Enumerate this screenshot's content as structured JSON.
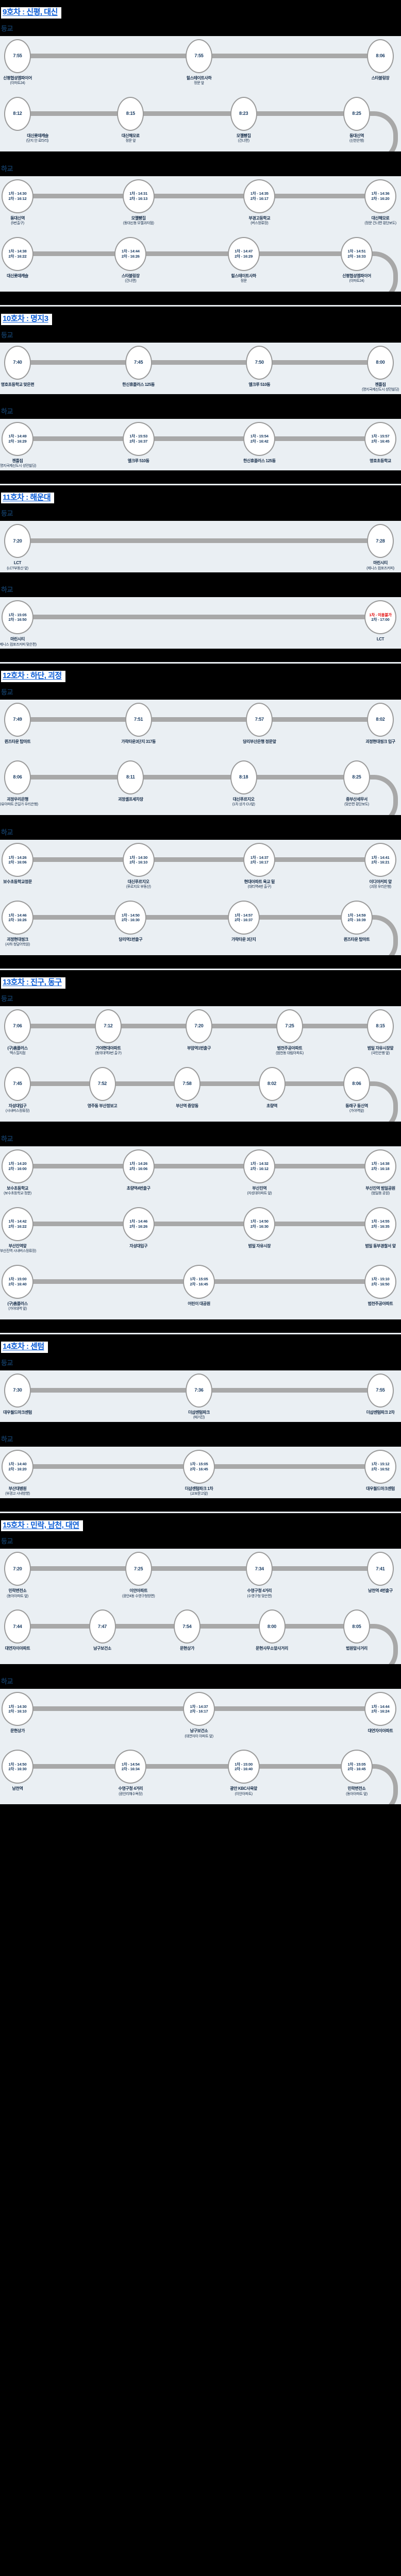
{
  "meta": {
    "doc_type": "school-shuttle-bus-timetable",
    "accent_color": "#0b5cd5",
    "panel_bg": "#eaeff3",
    "track_color": "#a8a8a8",
    "alert_color": "#e10000",
    "leg_outbound_label": "등교",
    "leg_inbound_label": "하교"
  },
  "routes": [
    {
      "id": "bus-9",
      "title": "9호차 : 신평, 대신",
      "legs": [
        {
          "label": "등교",
          "rows": [
            {
              "dir": "right",
              "stops": [
                {
                  "time": "7:55",
                  "name": "신평협성엠파이어",
                  "sub": "(이마트24)"
                },
                {
                  "time": "7:55",
                  "name": "힐스테이트사하",
                  "sub": "정문 앞"
                },
                {
                  "time": "8:06",
                  "name": "스타볼링장",
                  "sub": ""
                }
              ]
            },
            {
              "dir": "left",
              "uturn": true,
              "stops": [
                {
                  "time": "8:25",
                  "name": "동대신역",
                  "sub": "(신한은행)"
                },
                {
                  "time": "8:23",
                  "name": "모젤빵집",
                  "sub": "(건너편)"
                },
                {
                  "time": "8:15",
                  "name": "대신해모로",
                  "sub": "정문 앞"
                },
                {
                  "time": "8:12",
                  "name": "대신롯데캐슬",
                  "sub": "(단지 안 로타리)",
                  "label_left": true
                }
              ]
            }
          ]
        },
        {
          "label": "하교",
          "rows": [
            {
              "dir": "right",
              "stops": [
                {
                  "time1": "1차 - 14:30",
                  "time2": "2차 - 16:12",
                  "name": "동대신역",
                  "sub": "(5번출구)"
                },
                {
                  "time1": "1차 - 14:31",
                  "time2": "2차 - 16:13",
                  "name": "모젤빵집",
                  "sub": "(동대신동 모젤과자점)"
                },
                {
                  "time1": "1차 - 14:35",
                  "time2": "2차 - 16:17",
                  "name": "부경고등학교",
                  "sub": "(버스정류장)"
                },
                {
                  "time1": "1차 - 14:36",
                  "time2": "2차 - 16:20",
                  "name": "대신해모로",
                  "sub": "(정문 건너편 횡단보도)"
                }
              ]
            },
            {
              "dir": "left",
              "uturn": true,
              "stops": [
                {
                  "time1": "1차 - 14:51",
                  "time2": "2차 - 16:33",
                  "name": "신평협성엠파이어",
                  "sub": "(이마트24)"
                },
                {
                  "time1": "1차 - 14:47",
                  "time2": "2차 - 16:29",
                  "name": "힐스테이트사하",
                  "sub": "정문"
                },
                {
                  "time1": "1차 - 14:44",
                  "time2": "2차 - 16:26",
                  "name": "스타볼링장",
                  "sub": "(건너편)"
                },
                {
                  "time1": "1차 - 14:38",
                  "time2": "2차 - 16:22",
                  "name": "대신롯데캐슬",
                  "sub": ""
                }
              ]
            }
          ]
        }
      ]
    },
    {
      "id": "bus-10",
      "title": "10호차 : 명지3",
      "legs": [
        {
          "label": "등교",
          "rows": [
            {
              "dir": "right",
              "arrow": true,
              "stops": [
                {
                  "time": "7:40",
                  "name": "명호초등학교 맞은편",
                  "sub": ""
                },
                {
                  "time": "7:45",
                  "name": "한신휴플러스 125동",
                  "sub": ""
                },
                {
                  "time": "7:50",
                  "name": "엘크루 510동",
                  "sub": ""
                },
                {
                  "time": "8:00",
                  "name": "젠틀짐",
                  "sub": "(명지국제신도시 성민빌딩)"
                }
              ]
            }
          ]
        },
        {
          "label": "하교",
          "rows": [
            {
              "dir": "right",
              "arrow": true,
              "stops": [
                {
                  "time1": "1차 - 14:49",
                  "time2": "2차 - 16:29",
                  "name": "젠틀짐",
                  "sub": "(명지국제신도시 성민빌딩)"
                },
                {
                  "time1": "1차 - 15:53",
                  "time2": "2차 - 16:37",
                  "name": "엘크루 510동",
                  "sub": ""
                },
                {
                  "time1": "1차 - 15:54",
                  "time2": "2차 - 16:42",
                  "name": "한신휴플러스 125동",
                  "sub": ""
                },
                {
                  "time1": "1차 - 15:57",
                  "time2": "2차 - 16:45",
                  "name": "명호초등학교",
                  "sub": ""
                }
              ]
            }
          ]
        }
      ]
    },
    {
      "id": "bus-11",
      "title": "11호차 : 해운대",
      "legs": [
        {
          "label": "등교",
          "rows": [
            {
              "dir": "right",
              "arrow": true,
              "two_stop": true,
              "stops": [
                {
                  "time": "7:20",
                  "name": "LCT",
                  "sub": "(LCT부동산 앞)"
                },
                {
                  "time": "7:28",
                  "name": "마린시티",
                  "sub": "(제니스 컴포즈커피)"
                }
              ]
            }
          ]
        },
        {
          "label": "하교",
          "rows": [
            {
              "dir": "right",
              "arrow": true,
              "two_stop": true,
              "stops": [
                {
                  "time1": "1차 - 15:05",
                  "time2": "2차 - 16:50",
                  "name": "마린시티",
                  "sub": "(제니스 컴포즈커피 맞은편)"
                },
                {
                  "time1": "1차 - 이용불가",
                  "time2": "2차 - 17:00",
                  "name": "LCT",
                  "sub": "",
                  "alert": true
                }
              ]
            }
          ]
        }
      ]
    },
    {
      "id": "bus-12",
      "title": "12호차 : 하단, 괴정",
      "legs": [
        {
          "label": "등교",
          "rows": [
            {
              "dir": "right",
              "stops": [
                {
                  "time": "7:49",
                  "name": "퀸즈타운 탑마트",
                  "sub": ""
                },
                {
                  "time": "7:51",
                  "name": "가락타운3단지 317동",
                  "sub": ""
                },
                {
                  "time": "7:57",
                  "name": "당리부산은행 정문앞",
                  "sub": ""
                },
                {
                  "time": "8:02",
                  "name": "괴정현대씽크 입구",
                  "sub": ""
                }
              ]
            },
            {
              "dir": "left",
              "uturn": true,
              "stops": [
                {
                  "time": "8:25",
                  "name": "중부산세무서",
                  "sub": "(맞은편 횡단보도)"
                },
                {
                  "time": "8:18",
                  "name": "대신푸르지오",
                  "sub": "(1차 상가 CU앞)"
                },
                {
                  "time": "8:11",
                  "name": "괴정셀프세차장",
                  "sub": ""
                },
                {
                  "time": "8:06",
                  "name": "괴정우리은행",
                  "sub": "(자유아파트 큰길가 우리은행)"
                }
              ]
            }
          ]
        },
        {
          "label": "하교",
          "rows": [
            {
              "dir": "right",
              "stops": [
                {
                  "time1": "1차 - 14:26",
                  "time2": "2차 - 16:06",
                  "name": "보수초등학교정문",
                  "sub": ""
                },
                {
                  "time1": "1차 - 14:30",
                  "time2": "2차 - 16:10",
                  "name": "대신푸르지오",
                  "sub": "(푸르지오 부동산)"
                },
                {
                  "time1": "1차 - 14:37",
                  "time2": "2차 - 16:17",
                  "name": "현대아파트 육교 밑",
                  "sub": "(대티역4번 출구)"
                },
                {
                  "time1": "1차 - 14:41",
                  "time2": "2차 - 16:21",
                  "name": "이디야커피 앞",
                  "sub": "(괴정 우리은행)"
                }
              ]
            },
            {
              "dir": "left",
              "uturn": true,
              "stops": [
                {
                  "time1": "1차 - 14:59",
                  "time2": "2차 - 16:39",
                  "name": "퀸즈타운 탑마트",
                  "sub": ""
                },
                {
                  "time1": "1차 - 14:57",
                  "time2": "2차 - 16:37",
                  "name": "가락타운 3단지",
                  "sub": ""
                },
                {
                  "time1": "1차 - 14:50",
                  "time2": "2차 - 16:30",
                  "name": "당리역1번출구",
                  "sub": ""
                },
                {
                  "time1": "1차 - 14:46",
                  "time2": "2차 - 16:26",
                  "name": "괴정현대씽크",
                  "sub": "(사하 청담어학원)"
                }
              ]
            }
          ]
        }
      ]
    },
    {
      "id": "bus-13",
      "title": "13호차 : 진구, 동구",
      "legs": [
        {
          "label": "등교",
          "rows": [
            {
              "dir": "right",
              "stops": [
                {
                  "time": "7:06",
                  "name": "(구)홈플러스",
                  "sub": "백스힐지점"
                },
                {
                  "time": "7:12",
                  "name": "가야현대아파트",
                  "sub": "(동의대역3번 출구)"
                },
                {
                  "time": "7:20",
                  "name": "부암역1번출구",
                  "sub": ""
                },
                {
                  "time": "7:25",
                  "name": "범천주공아파트",
                  "sub": "(범천동 대림아파트)"
                },
                {
                  "time": "8:15",
                  "name": "범일 자유시장앞",
                  "sub": "(국민은행 앞)"
                }
              ]
            },
            {
              "dir": "left",
              "uturn": true,
              "stops": [
                {
                  "time": "8:06",
                  "name": "동래구 동신역",
                  "sub": "(가야역앞)"
                },
                {
                  "time": "8:02",
                  "name": "초량역",
                  "sub": ""
                },
                {
                  "time": "7:58",
                  "name": "부산역 중앙동",
                  "sub": ""
                },
                {
                  "time": "7:52",
                  "name": "영주동 부산정보고",
                  "sub": ""
                },
                {
                  "time": "7:45",
                  "name": "자성대입구",
                  "sub": "(시내버스정류장)"
                }
              ]
            }
          ]
        },
        {
          "label": "하교",
          "rows": [
            {
              "dir": "right",
              "stops": [
                {
                  "time1": "1차 - 14:20",
                  "time2": "2차 - 16:00",
                  "name": "보수초등학교",
                  "sub": "(보수초등학교 정문)"
                },
                {
                  "time1": "1차 - 14:26",
                  "time2": "2차 - 16:06",
                  "name": "초량역4번출구",
                  "sub": ""
                },
                {
                  "time1": "1차 - 14:32",
                  "time2": "2차 - 16:12",
                  "name": "부산진역",
                  "sub": "(자성대아파트 앞)"
                },
                {
                  "time1": "1차 - 14:38",
                  "time2": "2차 - 16:18",
                  "name": "부산진역 범일공원",
                  "sub": "(범일동 공원)"
                }
              ]
            },
            {
              "dir": "left",
              "stops": [
                {
                  "time1": "1차 - 14:55",
                  "time2": "2차 - 16:35",
                  "name": "범일 동부경찰서 앞",
                  "sub": ""
                },
                {
                  "time1": "1차 - 14:50",
                  "time2": "2차 - 16:30",
                  "name": "범일 자유시장",
                  "sub": ""
                },
                {
                  "time1": "1차 - 14:46",
                  "time2": "2차 - 16:26",
                  "name": "자성대입구",
                  "sub": ""
                },
                {
                  "time1": "1차 - 14:42",
                  "time2": "2차 - 16:22",
                  "name": "부산진역앞",
                  "sub": "(부산진역 시내버스정류장)"
                }
              ]
            },
            {
              "dir": "left",
              "stops": [
                {
                  "time1": "1차 - 15:10",
                  "time2": "2차 - 16:50",
                  "name": "범천주공아파트",
                  "sub": ""
                },
                {
                  "time1": "1차 - 15:05",
                  "time2": "2차 - 16:45",
                  "name": "어린이 대공원",
                  "sub": ""
                },
                {
                  "time1": "1차 - 15:00",
                  "time2": "2차 - 16:40",
                  "name": "(구)홈플러스",
                  "sub": "(가야대역 앞)"
                }
              ]
            }
          ]
        }
      ]
    },
    {
      "id": "bus-14",
      "title": "14호차 : 센텀",
      "legs": [
        {
          "label": "등교",
          "rows": [
            {
              "dir": "right",
              "stops": [
                {
                  "time": "7:30",
                  "name": "대우월드마크센텀",
                  "sub": ""
                },
                {
                  "time": "7:36",
                  "name": "더샵센텀파크",
                  "sub": "(매거진)"
                },
                {
                  "time": "7:55",
                  "name": "더샵센텀파크 2차",
                  "sub": ""
                }
              ]
            }
          ]
        },
        {
          "label": "하교",
          "rows": [
            {
              "dir": "right",
              "stops": [
                {
                  "time1": "1차 - 14:40",
                  "time2": "2차 - 16:20",
                  "name": "부산대병원",
                  "sub": "(부경고 시내방향)"
                },
                {
                  "time1": "1차 - 15:05",
                  "time2": "2차 - 16:45",
                  "name": "더샵센텀파크 1차",
                  "sub": "(교보문고앞)"
                },
                {
                  "time1": "1차 - 15:12",
                  "time2": "2차 - 16:52",
                  "name": "대우월드마크센텀",
                  "sub": ""
                }
              ]
            }
          ]
        }
      ]
    },
    {
      "id": "bus-15",
      "title": "15호차 : 민락, 남천, 대연",
      "legs": [
        {
          "label": "등교",
          "rows": [
            {
              "dir": "right",
              "stops": [
                {
                  "time": "7:20",
                  "name": "민락변전소",
                  "sub": "(동아아파트 앞)"
                },
                {
                  "time": "7:25",
                  "name": "이안아파트",
                  "sub": "(광안4동 수영구청방면)"
                },
                {
                  "time": "7:34",
                  "name": "수영구청 4거리",
                  "sub": "(수영구청 맞은편)"
                },
                {
                  "time": "7:41",
                  "name": "남천역 4번출구",
                  "sub": ""
                }
              ]
            },
            {
              "dir": "left",
              "uturn": true,
              "stops": [
                {
                  "time": "8:05",
                  "name": "법원앞사거리",
                  "sub": ""
                },
                {
                  "time": "8:00",
                  "name": "문현사무소앞사거리",
                  "sub": ""
                },
                {
                  "time": "7:54",
                  "name": "문현상가",
                  "sub": ""
                },
                {
                  "time": "7:47",
                  "name": "남구보건소",
                  "sub": ""
                },
                {
                  "time": "7:44",
                  "name": "대연자이아파트",
                  "sub": "",
                  "label_right": true
                }
              ]
            }
          ]
        },
        {
          "label": "하교",
          "rows": [
            {
              "dir": "right",
              "stops": [
                {
                  "time1": "1차 - 14:30",
                  "time2": "2차 - 16:10",
                  "name": "문현상가",
                  "sub": ""
                },
                {
                  "time1": "1차 - 14:37",
                  "time2": "2차 - 16:17",
                  "name": "남구보건소",
                  "sub": "(대연자이 아파트 앞)"
                },
                {
                  "time1": "1차 - 14:44",
                  "time2": "2차 - 16:24",
                  "name": "대연자이아파트",
                  "sub": ""
                }
              ]
            },
            {
              "dir": "left",
              "uturn": true,
              "stops": [
                {
                  "time1": "1차 - 15:05",
                  "time2": "2차 - 16:45",
                  "name": "민락변전소",
                  "sub": "(동아아파트 앞)"
                },
                {
                  "time1": "1차 - 15:00",
                  "time2": "2차 - 16:40",
                  "name": "광안 KBC사옥앞",
                  "sub": "(이안아파트)"
                },
                {
                  "time1": "1차 - 14:54",
                  "time2": "2차 - 16:34",
                  "name": "수영구청 4거리",
                  "sub": "(광안리해수욕장)"
                },
                {
                  "time1": "1차 - 14:50",
                  "time2": "2차 - 16:30",
                  "name": "남천역",
                  "sub": ""
                }
              ]
            }
          ]
        }
      ]
    }
  ]
}
